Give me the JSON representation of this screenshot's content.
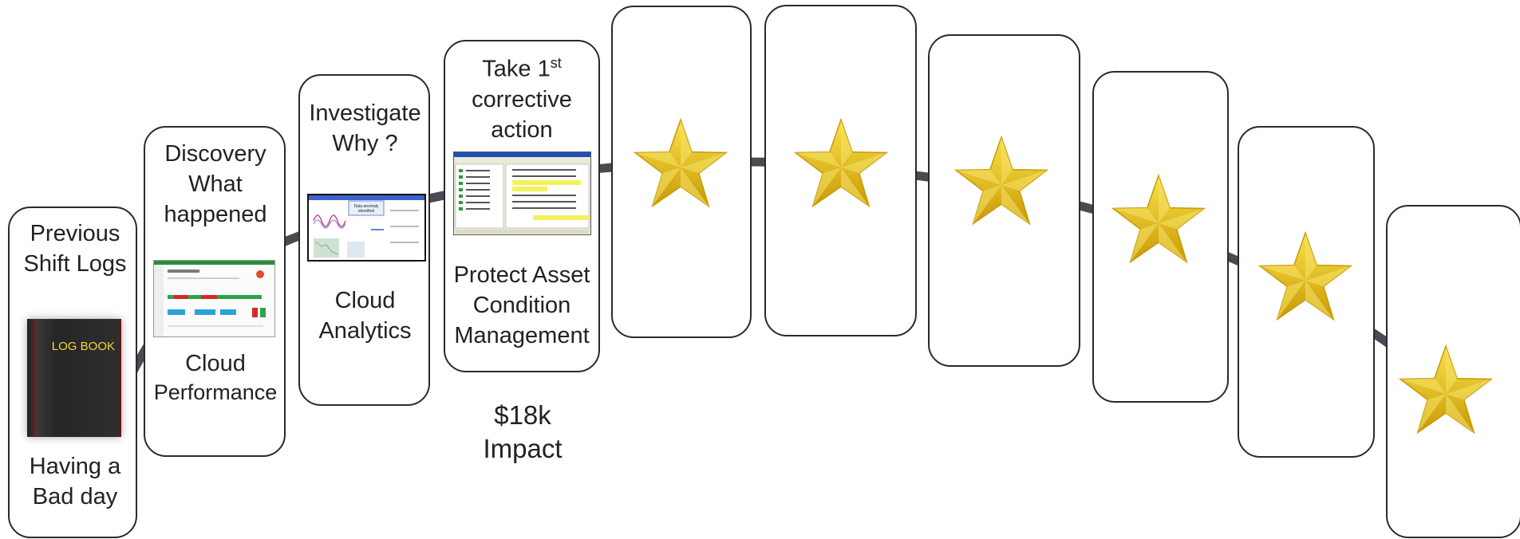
{
  "colors": {
    "card_border": "#2a2a2a",
    "curve": "#4a4a52",
    "star": "#f0c814",
    "star_dark": "#c89a05"
  },
  "stages": [
    {
      "top": "Previous Shift Logs",
      "bottom": "Having a Bad day",
      "image": "log-book",
      "image_text": "LOG BOOK"
    },
    {
      "top": "Discovery What happened",
      "bottom_lines": [
        "Cloud",
        "Performance"
      ],
      "image": "performance-dashboard"
    },
    {
      "top": "Investigate Why ?",
      "bottom": "Cloud Analytics",
      "image": "analytics-dashboard",
      "image_text": "Data anomaly identified"
    },
    {
      "top_main": "Take 1",
      "top_sup": "st",
      "top_rest": [
        "corrective",
        "action"
      ],
      "bottom": "Protect Asset Condition Management",
      "image": "condition-manager-window"
    }
  ],
  "impact": {
    "amount": "$18k",
    "label": "Impact"
  },
  "empty_cards": 6,
  "stars": 6
}
